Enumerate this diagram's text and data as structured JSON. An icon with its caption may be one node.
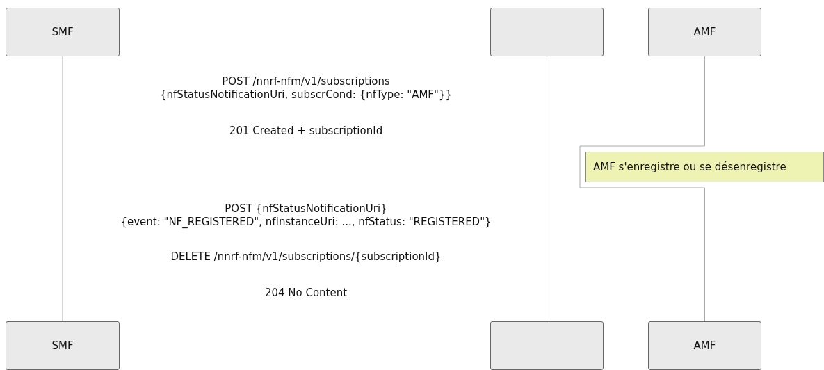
{
  "diagram": {
    "nodes": [
      {
        "text": [
          "SMF"
        ]
      },
      {
        "text": [],
        "shape": "box"
      },
      {
        "text": [
          "AMF"
        ]
      },
      {
        "text": [
          "AMF s'enregistre ou se désenregistre"
        ]
      },
      {
        "text": [
          "SMF"
        ]
      },
      {
        "text": [],
        "shape": "box"
      },
      {
        "text": [
          "AMF"
        ]
      }
    ],
    "edges": [
      {
        "from": 0,
        "to": 4,
        "arrow": "none"
      },
      {
        "from": 1,
        "to": 5,
        "arrow": "none"
      },
      {
        "from": 2,
        "to": 6,
        "arrow": "none"
      }
    ],
    "labels": [
      "POST /nnrf-nfm/v1/subscriptions {nfStatusNotificationUri, subscrCond: {nfType: \"AMF\"}}",
      "201 Created + subscriptionId",
      "POST {nfStatusNotificationUri} {event: \"NF_REGISTERED\", nfInstanceUri: ..., nfStatus: \"REGISTERED\"}",
      "DELETE /nnrf-nfm/v1/subscriptions/{subscriptionId}",
      "204 No Content"
    ]
  }
}
